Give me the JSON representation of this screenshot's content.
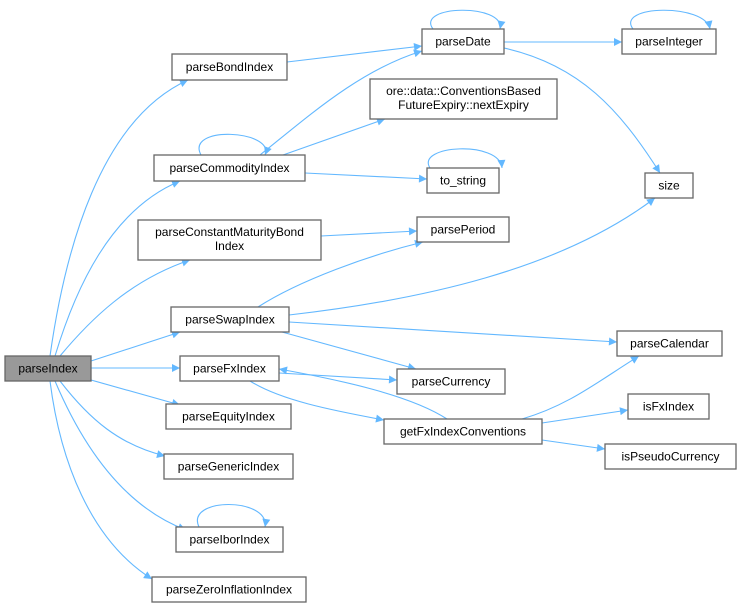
{
  "colors": {
    "edge": "#63b8ff",
    "node_border": "#666666",
    "root_fill": "#999999"
  },
  "nodes": {
    "parseIndex": [
      "parseIndex"
    ],
    "parseBondIndex": [
      "parseBondIndex"
    ],
    "parseCommodityIndex": [
      "parseCommodityIndex"
    ],
    "parseConstantMaturityBondIndex": [
      "parseConstantMaturityBond",
      "Index"
    ],
    "parseSwapIndex": [
      "parseSwapIndex"
    ],
    "parseFxIndex": [
      "parseFxIndex"
    ],
    "parseEquityIndex": [
      "parseEquityIndex"
    ],
    "parseGenericIndex": [
      "parseGenericIndex"
    ],
    "parseIborIndex": [
      "parseIborIndex"
    ],
    "parseZeroInflationIndex": [
      "parseZeroInflationIndex"
    ],
    "parseDate": [
      "parseDate"
    ],
    "parseInteger": [
      "parseInteger"
    ],
    "nextExpiry": [
      "ore::data::ConventionsBased",
      "FutureExpiry::nextExpiry"
    ],
    "to_string": [
      "to_string"
    ],
    "size": [
      "size"
    ],
    "parsePeriod": [
      "parsePeriod"
    ],
    "parseCalendar": [
      "parseCalendar"
    ],
    "parseCurrency": [
      "parseCurrency"
    ],
    "getFxIndexConventions": [
      "getFxIndexConventions"
    ],
    "isFxIndex": [
      "isFxIndex"
    ],
    "isPseudoCurrency": [
      "isPseudoCurrency"
    ]
  },
  "edges": [
    [
      "parseIndex",
      "parseBondIndex"
    ],
    [
      "parseIndex",
      "parseCommodityIndex"
    ],
    [
      "parseIndex",
      "parseConstantMaturityBondIndex"
    ],
    [
      "parseIndex",
      "parseSwapIndex"
    ],
    [
      "parseIndex",
      "parseFxIndex"
    ],
    [
      "parseIndex",
      "parseEquityIndex"
    ],
    [
      "parseIndex",
      "parseGenericIndex"
    ],
    [
      "parseIndex",
      "parseIborIndex"
    ],
    [
      "parseIndex",
      "parseZeroInflationIndex"
    ],
    [
      "parseBondIndex",
      "parseDate"
    ],
    [
      "parseCommodityIndex",
      "parseDate"
    ],
    [
      "parseCommodityIndex",
      "nextExpiry"
    ],
    [
      "parseCommodityIndex",
      "to_string"
    ],
    [
      "parseCommodityIndex",
      "parseCommodityIndex"
    ],
    [
      "parseConstantMaturityBondIndex",
      "parsePeriod"
    ],
    [
      "parseSwapIndex",
      "parsePeriod"
    ],
    [
      "parseSwapIndex",
      "size"
    ],
    [
      "parseSwapIndex",
      "parseCalendar"
    ],
    [
      "parseSwapIndex",
      "parseCurrency"
    ],
    [
      "parseFxIndex",
      "parseCurrency"
    ],
    [
      "parseFxIndex",
      "getFxIndexConventions"
    ],
    [
      "getFxIndexConventions",
      "parseFxIndex"
    ],
    [
      "getFxIndexConventions",
      "parseCalendar"
    ],
    [
      "getFxIndexConventions",
      "isFxIndex"
    ],
    [
      "getFxIndexConventions",
      "isPseudoCurrency"
    ],
    [
      "parseDate",
      "parseDate"
    ],
    [
      "parseDate",
      "parseInteger"
    ],
    [
      "parseDate",
      "size"
    ],
    [
      "parseInteger",
      "parseInteger"
    ],
    [
      "to_string",
      "to_string"
    ],
    [
      "parseIborIndex",
      "parseIborIndex"
    ]
  ]
}
